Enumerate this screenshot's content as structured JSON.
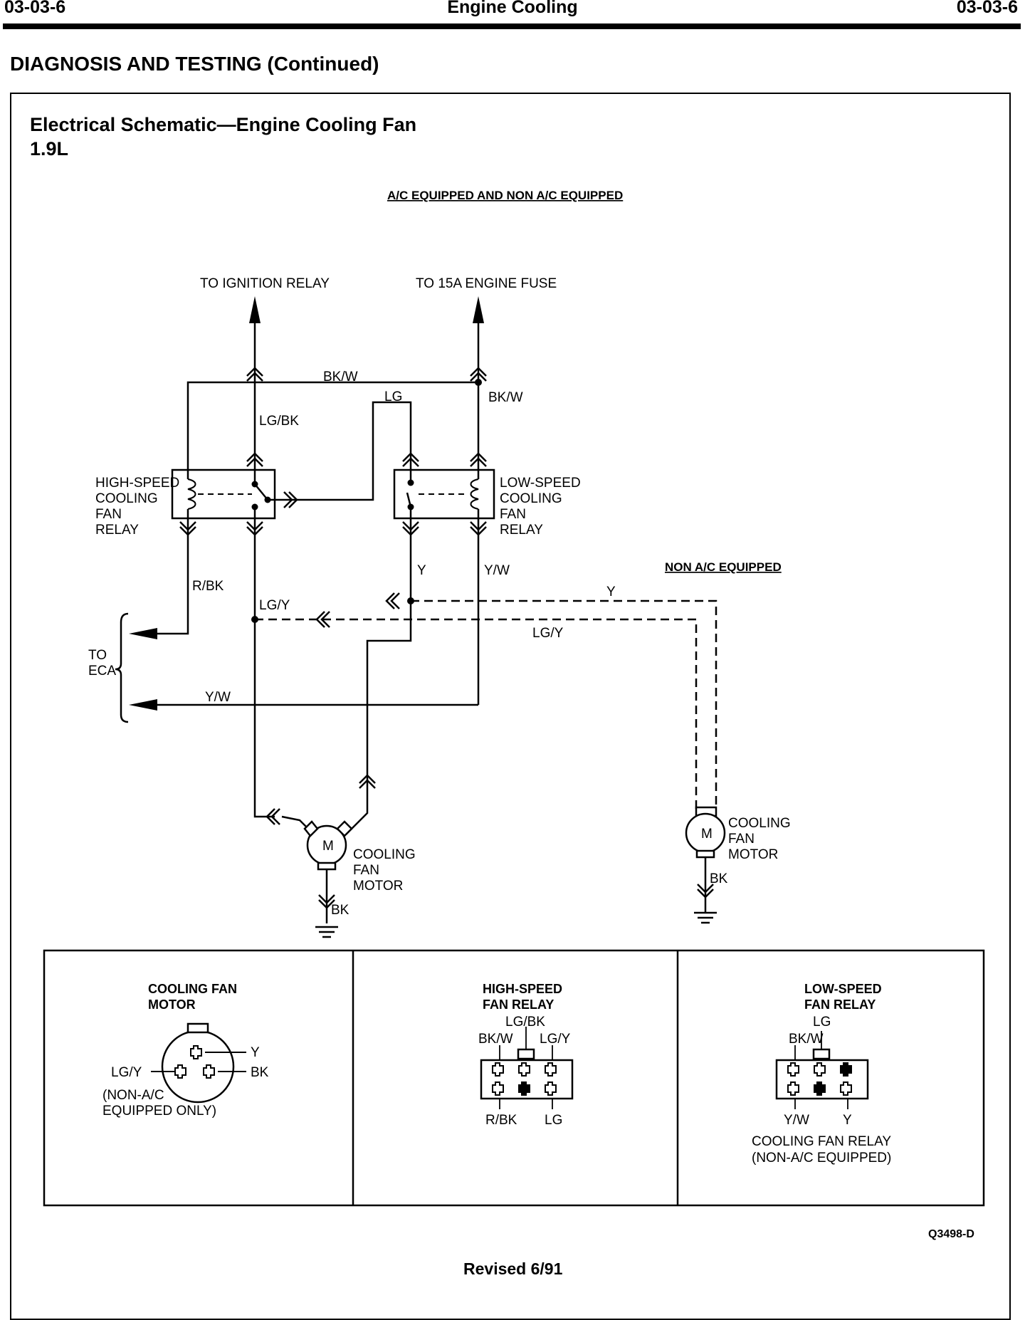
{
  "header": {
    "left": "03-03-6",
    "center": "Engine Cooling",
    "right": "03-03-6"
  },
  "section_title": "DIAGNOSIS AND TESTING (Continued)",
  "figure": {
    "title": "Electrical Schematic—Engine Cooling Fan",
    "subtitle": "1.9L",
    "variant_heading": "A/C EQUIPPED AND NON A/C EQUIPPED",
    "non_ac_heading": "NON A/C EQUIPPED",
    "destinations": {
      "ignition_relay": "TO IGNITION RELAY",
      "engine_fuse": "TO 15A ENGINE FUSE",
      "to_eca_line1": "TO",
      "to_eca_line2": "ECA"
    },
    "wires": {
      "bkw_top": "BK/W",
      "lgbk": "LG/BK",
      "lg": "LG",
      "bkw_right": "BK/W",
      "rbk": "R/BK",
      "lgy_left": "LG/Y",
      "y_low": "Y",
      "yw_low": "Y/W",
      "y_dashed": "Y",
      "lgy_dashed": "LG/Y",
      "yw_eca": "Y/W",
      "bk_center": "BK",
      "bk_right": "BK"
    },
    "components": {
      "high_relay": [
        "HIGH-SPEED",
        "COOLING",
        "FAN",
        "RELAY"
      ],
      "low_relay": [
        "LOW-SPEED",
        "COOLING",
        "FAN",
        "RELAY"
      ],
      "motor_center": [
        "COOLING",
        "FAN",
        "MOTOR"
      ],
      "motor_right": [
        "COOLING",
        "FAN",
        "MOTOR"
      ],
      "motor_symbol": "M"
    },
    "panels": {
      "motor": {
        "title": [
          "COOLING FAN",
          "MOTOR"
        ],
        "pin_y": "Y",
        "pin_lgy": "LG/Y",
        "pin_bk": "BK",
        "note": [
          "(NON-A/C",
          "EQUIPPED ONLY)"
        ]
      },
      "high_relay": {
        "title": [
          "HIGH-SPEED",
          "FAN RELAY"
        ],
        "pin_lgbk": "LG/BK",
        "pin_bkw": "BK/W",
        "pin_lgy": "LG/Y",
        "pin_rbk": "R/BK",
        "pin_lg": "LG"
      },
      "low_relay": {
        "title": [
          "LOW-SPEED",
          "FAN RELAY"
        ],
        "pin_lg": "LG",
        "pin_bkw": "BK/W",
        "pin_yw": "Y/W",
        "pin_y": "Y",
        "note": [
          "COOLING FAN RELAY",
          "(NON-A/C EQUIPPED)"
        ]
      }
    },
    "figure_id": "Q3498-D",
    "footer": "Revised 6/91"
  }
}
